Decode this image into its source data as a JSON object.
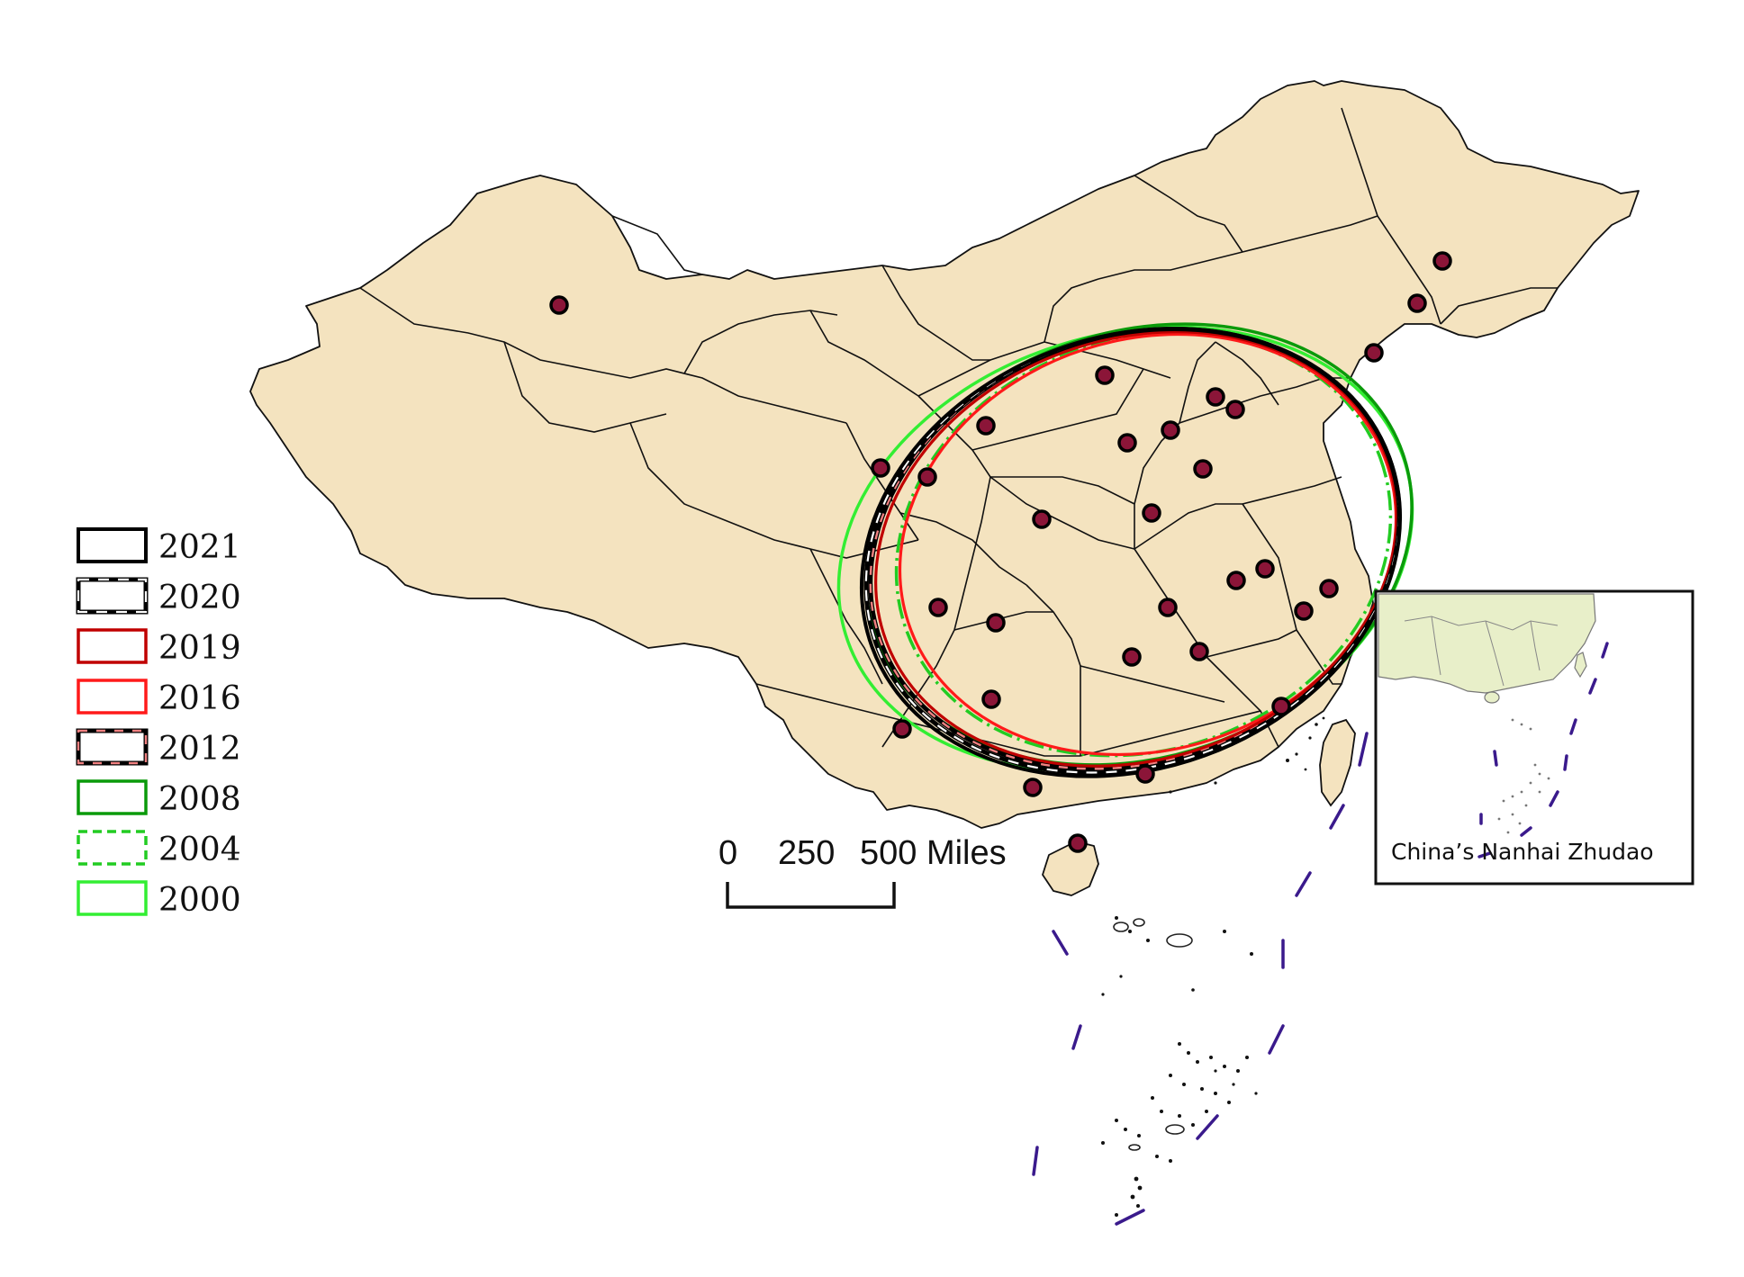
{
  "legend": {
    "items": [
      {
        "label": "2021",
        "stroke": "#000000",
        "style": "solid"
      },
      {
        "label": "2020",
        "stroke": "#000000",
        "style": "dash-white"
      },
      {
        "label": "2019",
        "stroke": "#c00000",
        "style": "solid"
      },
      {
        "label": "2016",
        "stroke": "#ff1a1a",
        "style": "solid"
      },
      {
        "label": "2012",
        "stroke": "#000000",
        "style": "dash-pink"
      },
      {
        "label": "2008",
        "stroke": "#0a9a0a",
        "style": "solid"
      },
      {
        "label": "2004",
        "stroke": "#22cc22",
        "style": "dashdot"
      },
      {
        "label": "2000",
        "stroke": "#33ee33",
        "style": "solid"
      }
    ]
  },
  "scale_bar": {
    "label_0": "0",
    "label_250": "250",
    "label_500": "500 Miles"
  },
  "inset": {
    "caption": "China’s Nanhai Zhudao"
  },
  "colors": {
    "land": "#f4e3bf",
    "city_point": "#8b1538",
    "nine_dash": "#3a1a8c",
    "inset_land": "#e8efc9"
  }
}
